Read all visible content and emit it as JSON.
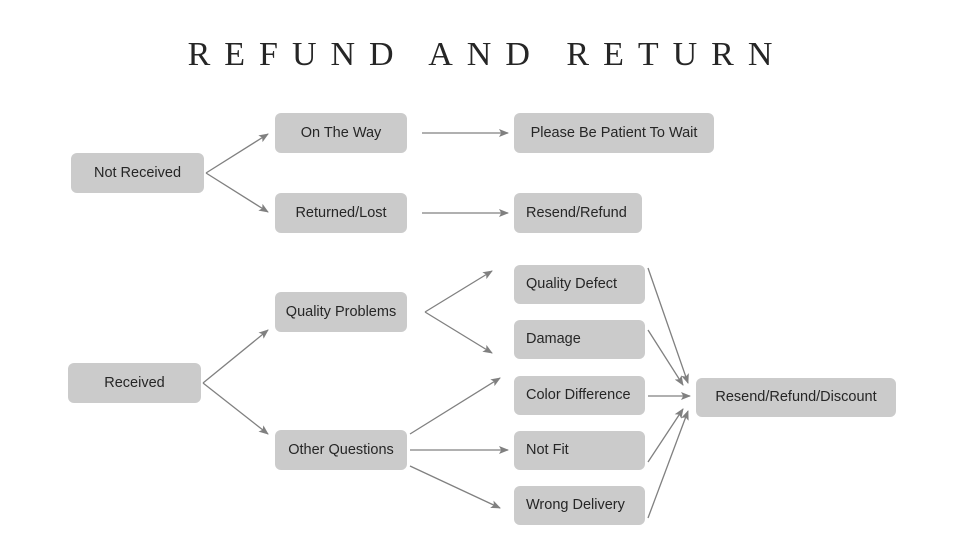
{
  "page": {
    "title": "REFUND AND RETURN",
    "background_color": "#ffffff"
  },
  "style": {
    "node_fill": "#cbcbcb",
    "node_text_color": "#262626",
    "arrow_color": "#808080",
    "title_color": "#262626"
  },
  "nodes": {
    "not_received": "Not Received",
    "on_the_way": "On The Way",
    "returned_lost": "Returned/Lost",
    "please_be_patient": "Please Be Patient To Wait",
    "resend_refund": "Resend/Refund",
    "received": "Received",
    "quality_problems": "Quality Problems",
    "other_questions": "Other Questions",
    "quality_defect": "Quality Defect",
    "damage": "Damage",
    "color_difference": "Color Difference",
    "not_fit": "Not Fit",
    "wrong_delivery": "Wrong Delivery",
    "resend_refund_discount": "Resend/Refund/Discount"
  },
  "edges": [
    {
      "from": "not_received",
      "to": "on_the_way"
    },
    {
      "from": "not_received",
      "to": "returned_lost"
    },
    {
      "from": "on_the_way",
      "to": "please_be_patient"
    },
    {
      "from": "returned_lost",
      "to": "resend_refund"
    },
    {
      "from": "received",
      "to": "quality_problems"
    },
    {
      "from": "received",
      "to": "other_questions"
    },
    {
      "from": "quality_problems",
      "to": "quality_defect"
    },
    {
      "from": "quality_problems",
      "to": "damage"
    },
    {
      "from": "other_questions",
      "to": "color_difference"
    },
    {
      "from": "other_questions",
      "to": "not_fit"
    },
    {
      "from": "other_questions",
      "to": "wrong_delivery"
    },
    {
      "from": "quality_defect",
      "to": "resend_refund_discount"
    },
    {
      "from": "damage",
      "to": "resend_refund_discount"
    },
    {
      "from": "color_difference",
      "to": "resend_refund_discount"
    },
    {
      "from": "not_fit",
      "to": "resend_refund_discount"
    },
    {
      "from": "wrong_delivery",
      "to": "resend_refund_discount"
    }
  ]
}
